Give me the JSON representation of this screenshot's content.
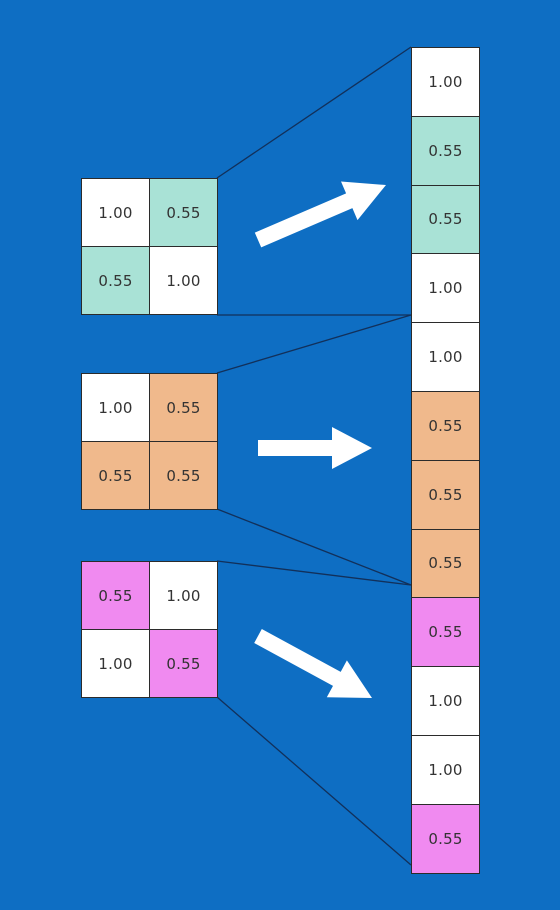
{
  "colors": {
    "background": "#0E6EC3",
    "white": "#FFFFFF",
    "teal": "#A9E2D6",
    "orange": "#F0B98C",
    "magenta": "#F08AF0",
    "line": "#12305A",
    "arrow": "#FFFFFF"
  },
  "matrices": [
    {
      "name": "matrix-teal",
      "cells": [
        {
          "value": "1.00",
          "color": "white"
        },
        {
          "value": "0.55",
          "color": "teal"
        },
        {
          "value": "0.55",
          "color": "teal"
        },
        {
          "value": "1.00",
          "color": "white"
        }
      ]
    },
    {
      "name": "matrix-orange",
      "cells": [
        {
          "value": "1.00",
          "color": "white"
        },
        {
          "value": "0.55",
          "color": "orange"
        },
        {
          "value": "0.55",
          "color": "orange"
        },
        {
          "value": "0.55",
          "color": "orange"
        }
      ]
    },
    {
      "name": "matrix-magenta",
      "cells": [
        {
          "value": "0.55",
          "color": "magenta"
        },
        {
          "value": "1.00",
          "color": "white"
        },
        {
          "value": "1.00",
          "color": "white"
        },
        {
          "value": "0.55",
          "color": "magenta"
        }
      ]
    }
  ],
  "vector": [
    {
      "value": "1.00",
      "color": "white"
    },
    {
      "value": "0.55",
      "color": "teal"
    },
    {
      "value": "0.55",
      "color": "teal"
    },
    {
      "value": "1.00",
      "color": "white"
    },
    {
      "value": "1.00",
      "color": "white"
    },
    {
      "value": "0.55",
      "color": "orange"
    },
    {
      "value": "0.55",
      "color": "orange"
    },
    {
      "value": "0.55",
      "color": "orange"
    },
    {
      "value": "0.55",
      "color": "magenta"
    },
    {
      "value": "1.00",
      "color": "white"
    },
    {
      "value": "1.00",
      "color": "white"
    },
    {
      "value": "0.55",
      "color": "magenta"
    }
  ]
}
